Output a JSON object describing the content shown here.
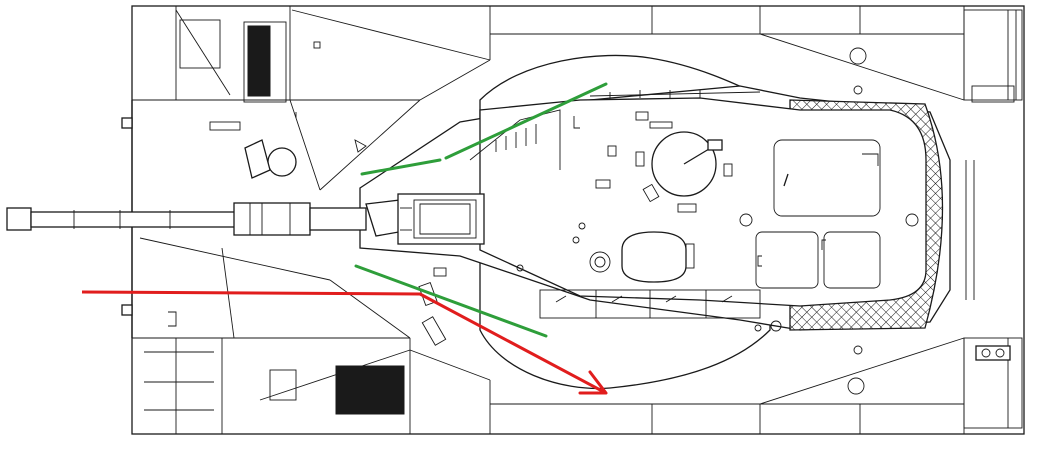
{
  "figure": {
    "title": "",
    "subject": "tank-top-view-line-drawing",
    "background": "#ffffff",
    "line_color": "#1a1a1a",
    "annotations": [
      {
        "id": "upper-turret-edge",
        "kind": "line",
        "color": "#2e9e3a"
      },
      {
        "id": "upper-turret-edge-2",
        "kind": "line",
        "color": "#2e9e3a"
      },
      {
        "id": "lower-turret-edge",
        "kind": "line",
        "color": "#2e9e3a"
      },
      {
        "id": "ricochet-arrow",
        "kind": "arrow",
        "color": "#e11d1d"
      }
    ]
  }
}
